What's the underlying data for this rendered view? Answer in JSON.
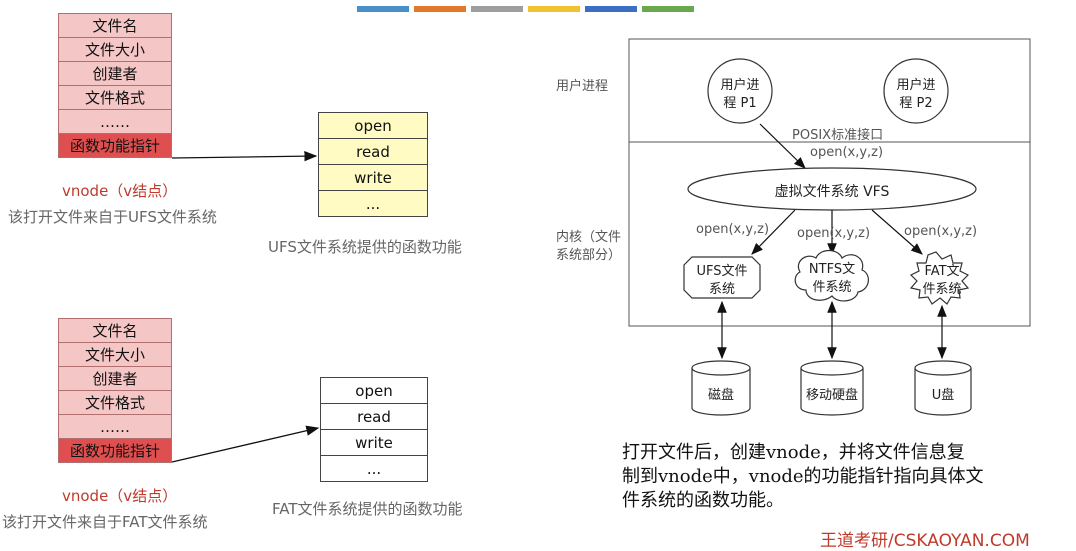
{
  "top_bar_colors": [
    "#4a90c8",
    "#e07a2a",
    "#9e9e9e",
    "#f2c12e",
    "#3a6fc4",
    "#6aa84f"
  ],
  "ufs_block": {
    "vnode_rows": [
      "文件名",
      "文件大小",
      "创建者",
      "文件格式",
      "……",
      "函数功能指针"
    ],
    "vnode_caption": "vnode（v结点）",
    "source_caption": "该打开文件来自于UFS文件系统",
    "fn_rows": [
      "open",
      "read",
      "write",
      "..."
    ],
    "fn_caption": "UFS文件系统提供的函数功能"
  },
  "fat_block": {
    "vnode_rows": [
      "文件名",
      "文件大小",
      "创建者",
      "文件格式",
      "……",
      "函数功能指针"
    ],
    "vnode_caption": "vnode（v结点）",
    "source_caption": "该打开文件来自于FAT文件系统",
    "fn_rows": [
      "open",
      "read",
      "write",
      "..."
    ],
    "fn_caption": "FAT文件系统提供的函数功能"
  },
  "arch": {
    "user_label": "用户进程",
    "kernel_label_1": "内核（文件",
    "kernel_label_2": "系统部分）",
    "p1_line1": "用户进",
    "p1_line2": "程 P1",
    "p2_line1": "用户进",
    "p2_line2": "程 P2",
    "posix": "POSIX标准接口",
    "open_call": "open(x,y,z)",
    "vfs": "虚拟文件系统 VFS",
    "open_left": "open(x,y,z)",
    "open_mid": "open(x,y,z)",
    "open_right": "open(x,y,z)",
    "ufs_1": "UFS文件",
    "ufs_2": "系统",
    "ntfs_1": "NTFS文",
    "ntfs_2": "件系统",
    "fat_1": "FAT文",
    "fat_2": "件系统",
    "disk_1": "磁盘",
    "disk_2": "移动硬盘",
    "disk_3": "U盘"
  },
  "paragraph": {
    "line1": "打开文件后，创建vnode，并将文件信息复",
    "line2": "制到vnode中，vnode的功能指针指向具体文",
    "line3": "件系统的函数功能。"
  },
  "brand": "王道考研/CSKAOYAN.COM"
}
